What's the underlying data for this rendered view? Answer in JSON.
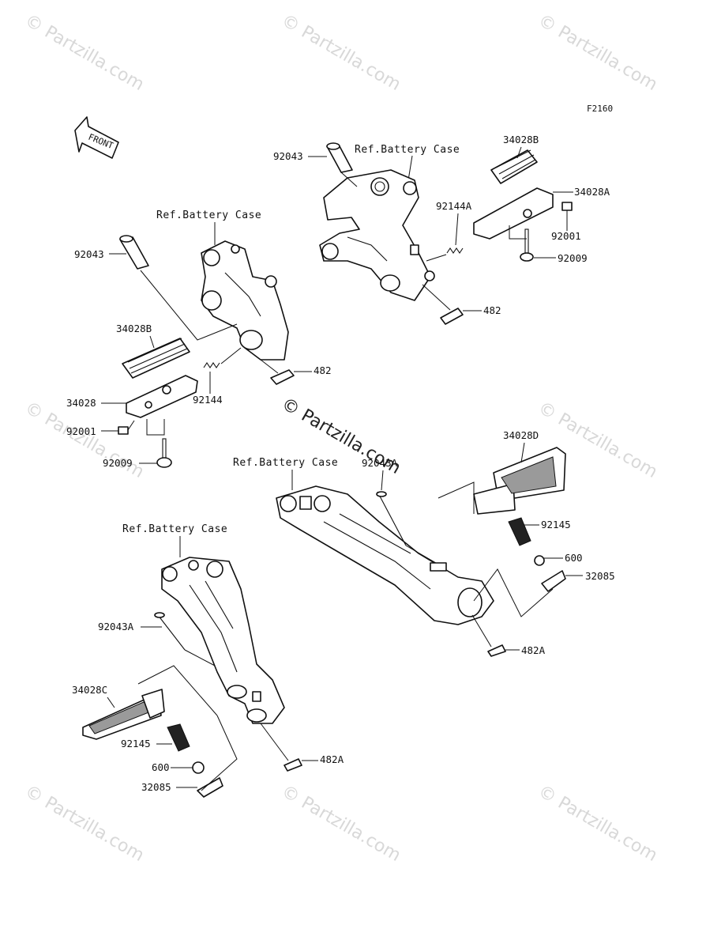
{
  "diagram_code": "F2160",
  "front_arrow_text": "FRONT",
  "watermark_text": "© Partzilla.com",
  "ref_labels": {
    "upper_right": "Ref.Battery Case",
    "upper_left": "Ref.Battery Case",
    "lower_right": "Ref.Battery Case",
    "lower_left": "Ref.Battery Case"
  },
  "parts": {
    "ur_92043": "92043",
    "ur_34028B": "34028B",
    "ur_34028A": "34028A",
    "ur_92144A": "92144A",
    "ur_92001": "92001",
    "ur_92009": "92009",
    "ur_482": "482",
    "ul_92043": "92043",
    "ul_34028B": "34028B",
    "ul_482": "482",
    "ul_92144": "92144",
    "ul_34028": "34028",
    "ul_92001": "92001",
    "ul_92009": "92009",
    "lr_92043A": "92043A",
    "lr_34028D": "34028D",
    "lr_92145": "92145",
    "lr_600": "600",
    "lr_32085": "32085",
    "lr_482A": "482A",
    "ll_92043A": "92043A",
    "ll_34028C": "34028C",
    "ll_92145": "92145",
    "ll_600": "600",
    "ll_32085": "32085",
    "ll_482A": "482A"
  }
}
